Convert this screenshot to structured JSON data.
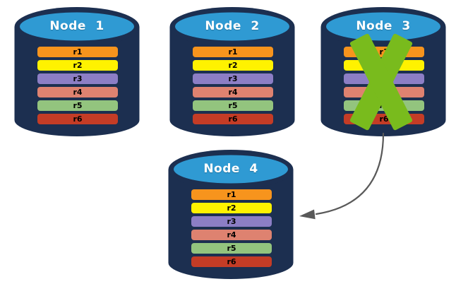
{
  "diagram": {
    "background": "#ffffff",
    "nodes": [
      {
        "id": "node-1",
        "title": "Node 1",
        "failed": false
      },
      {
        "id": "node-2",
        "title": "Node 2",
        "failed": false
      },
      {
        "id": "node-3",
        "title": "Node 3",
        "failed": true
      },
      {
        "id": "node-4",
        "title": "Node 4",
        "failed": false
      }
    ],
    "rows": [
      {
        "label": "r1",
        "color": "#F7941D"
      },
      {
        "label": "r2",
        "color": "#FFF200"
      },
      {
        "label": "r3",
        "color": "#8C7EC5"
      },
      {
        "label": "r4",
        "color": "#DE8270"
      },
      {
        "label": "r5",
        "color": "#93C47E"
      },
      {
        "label": "r6",
        "color": "#C43C26"
      }
    ],
    "colors": {
      "cylinder_body": "#1C2F50",
      "cylinder_top": "#2F9AD3",
      "title_text": "#FFFFFF",
      "row_text": "#000000",
      "failure_x": "#79BB1D",
      "arrow": "#595959"
    },
    "icons": {
      "database": "cylinder-shape",
      "failure": "green-x-mark",
      "failover": "curved-arrow-left"
    }
  }
}
